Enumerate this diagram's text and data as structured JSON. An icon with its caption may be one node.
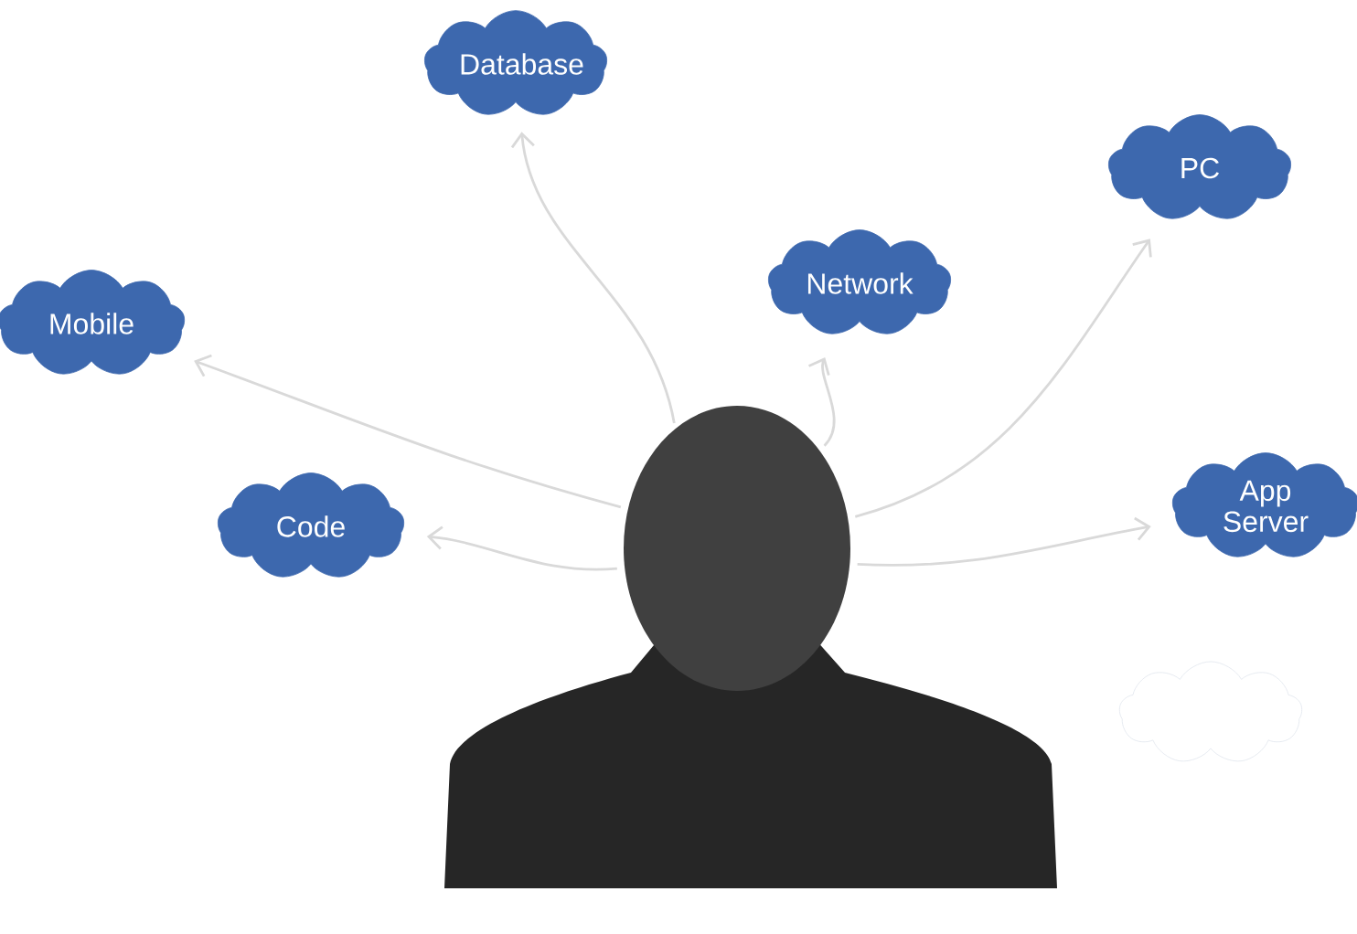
{
  "diagram": {
    "nodes": [
      {
        "text": [
          "Database"
        ]
      },
      {
        "text": [
          "PC"
        ]
      },
      {
        "text": [
          "Mobile"
        ]
      },
      {
        "text": [
          "Network"
        ]
      },
      {
        "text": [
          "Code"
        ]
      },
      {
        "text": [
          "App Server"
        ]
      },
      {
        "text": [],
        "shape": "person"
      },
      {
        "text": [],
        "shape": "cloud"
      }
    ],
    "edges": [
      {
        "from": 6,
        "to": 0,
        "arrow": "to"
      },
      {
        "from": 6,
        "to": 2,
        "arrow": "to"
      },
      {
        "from": 6,
        "to": 4,
        "arrow": "to"
      },
      {
        "from": 6,
        "to": 3,
        "arrow": "to"
      },
      {
        "from": 6,
        "to": 1,
        "arrow": "to"
      },
      {
        "from": 6,
        "to": 5,
        "arrow": "to"
      }
    ]
  }
}
